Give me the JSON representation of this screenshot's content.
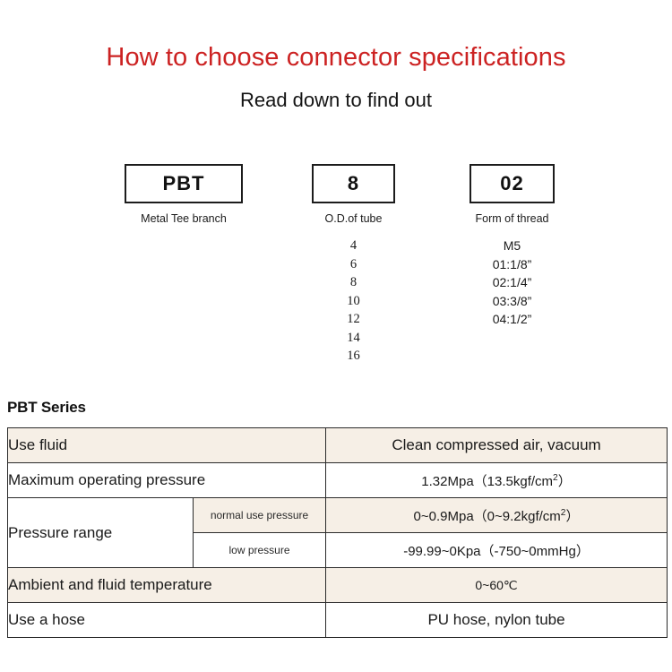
{
  "header": {
    "title": "How to choose connector specifications",
    "subtitle": "Read down to find out",
    "title_color": "#cc2222"
  },
  "code_breakdown": {
    "groups": [
      {
        "name": "series",
        "code": "PBT",
        "caption": "Metal Tee branch",
        "options": []
      },
      {
        "name": "outer-diameter",
        "code": "8",
        "caption": "O.D.of tube",
        "options": [
          "4",
          "6",
          "8",
          "10",
          "12",
          "14",
          "16"
        ]
      },
      {
        "name": "thread-form",
        "code": "02",
        "caption": "Form of thread",
        "options": [
          "M5",
          "01:1/8”",
          "02:1/4”",
          "03:3/8”",
          "04:1/2”"
        ]
      }
    ]
  },
  "spec_section": {
    "heading": "PBT Series",
    "shade_color": "#f6efe6",
    "rows": [
      {
        "label": "Use fluid",
        "sublabel": null,
        "value": "Clean compressed air, vacuum",
        "shaded": true
      },
      {
        "label": "Maximum operating pressure",
        "sublabel": null,
        "value": "1.32Mpa（13.5kgf/cm2）",
        "value_sup": "2",
        "shaded": false
      },
      {
        "label": "Pressure range",
        "sublabel": "normal use pressure",
        "value": "0~0.9Mpa（0~9.2kgf/cm2）",
        "shaded": true
      },
      {
        "label": null,
        "sublabel": "low pressure",
        "value": "-99.99~0Kpa（-750~0mmHg）",
        "shaded": false
      },
      {
        "label": "Ambient and fluid temperature",
        "sublabel": null,
        "value": "0~60℃",
        "shaded": true
      },
      {
        "label": "Use a hose",
        "sublabel": null,
        "value": "PU hose, nylon tube",
        "shaded": false
      }
    ]
  }
}
